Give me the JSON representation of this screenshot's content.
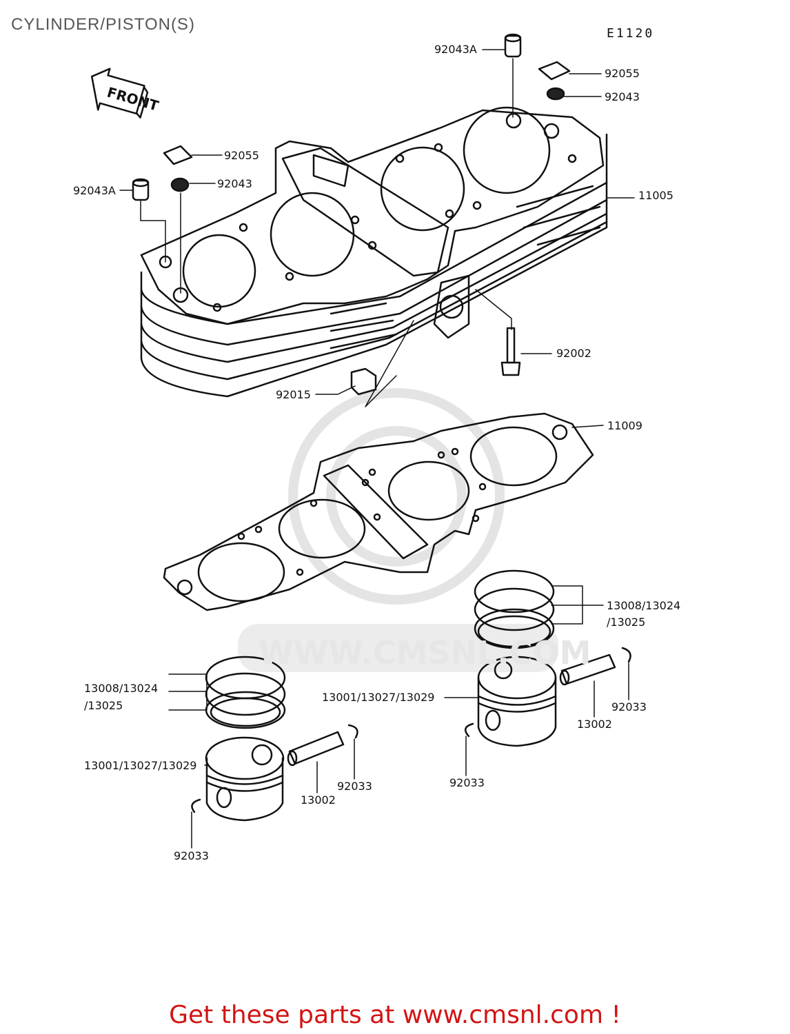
{
  "page": {
    "title": "CYLINDER/PISTON(S)",
    "diagram_code": "E1120",
    "front_tag": "FRONT",
    "watermark": "WWW.CMSNL.COM",
    "footer": "Get these parts at www.cmsnl.com !"
  },
  "labels": {
    "p92043A_top": "92043A",
    "p92055_right": "92055",
    "p92043_right": "92043",
    "p92055_left": "92055",
    "p92043_left": "92043",
    "p92043A_left": "92043A",
    "p11005": "11005",
    "p92002": "92002",
    "p92015": "92015",
    "p11009": "11009",
    "rings_right_a": "13008/13024",
    "rings_right_b": "/13025",
    "rings_left_a": "13008/13024",
    "rings_left_b": "/13025",
    "piston_right": "13001/13027/13029",
    "piston_left": "13001/13027/13029",
    "pin_right": "13002",
    "pin_left": "13002",
    "clip_right_1": "92033",
    "clip_right_2": "92033",
    "clip_left_1": "92033",
    "clip_left_2": "92033"
  }
}
